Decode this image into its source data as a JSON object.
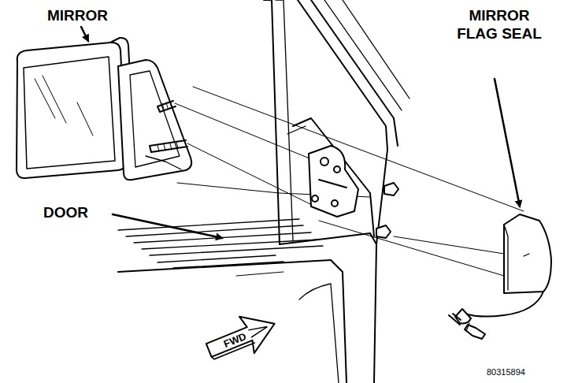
{
  "diagram": {
    "nodes": [
      {
        "text": [
          "FWD"
        ]
      }
    ],
    "labels": [
      "MIRROR",
      "MIRROR FLAG SEAL",
      "DOOR",
      "80315894"
    ]
  }
}
